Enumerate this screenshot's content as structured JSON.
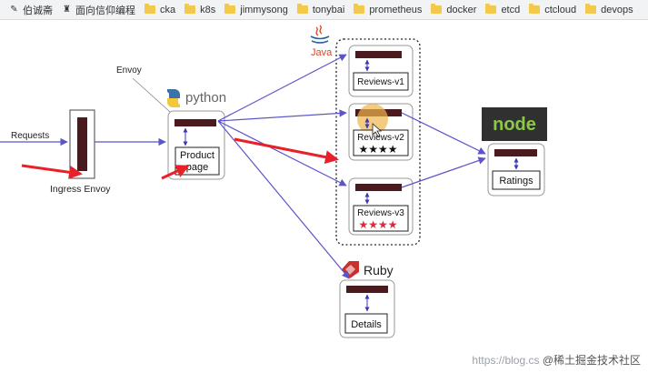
{
  "bookmarks": [
    {
      "icon": "pen-icon",
      "label": "伯诚斋"
    },
    {
      "icon": "tower-icon",
      "label": "面向信仰编程"
    },
    {
      "icon": "folder-icon",
      "label": "cka"
    },
    {
      "icon": "folder-icon",
      "label": "k8s"
    },
    {
      "icon": "folder-icon",
      "label": "jimmysong"
    },
    {
      "icon": "folder-icon",
      "label": "tonybai"
    },
    {
      "icon": "folder-icon",
      "label": "prometheus"
    },
    {
      "icon": "folder-icon",
      "label": "docker"
    },
    {
      "icon": "folder-icon",
      "label": "etcd"
    },
    {
      "icon": "folder-icon",
      "label": "ctcloud"
    },
    {
      "icon": "folder-icon",
      "label": "devops"
    }
  ],
  "diagram": {
    "requests_label": "Requests",
    "envoy_label": "Envoy",
    "ingress_label": "Ingress Envoy",
    "python_logo_text": "python",
    "java_logo_text": "Java",
    "ruby_logo_text": "Ruby",
    "node_logo_text": "node",
    "productpage": [
      "Product",
      "page"
    ],
    "reviews_v1": "Reviews-v1",
    "reviews_v2": "Reviews-v2",
    "reviews_v3": "Reviews-v3",
    "reviews_v2_stars": "★★★★",
    "reviews_v3_stars": "★★★★",
    "ratings": "Ratings",
    "details": "Details"
  },
  "colors": {
    "arrow": "#5b55c9",
    "sidecar": "#4a1a1f",
    "annotation_red": "#e8202a",
    "star_red": "#d62b3c",
    "cursor_highlight": "#f0b74a"
  },
  "watermark": {
    "url": "https://blog.cs",
    "brand": "@稀土掘金技术社区"
  }
}
